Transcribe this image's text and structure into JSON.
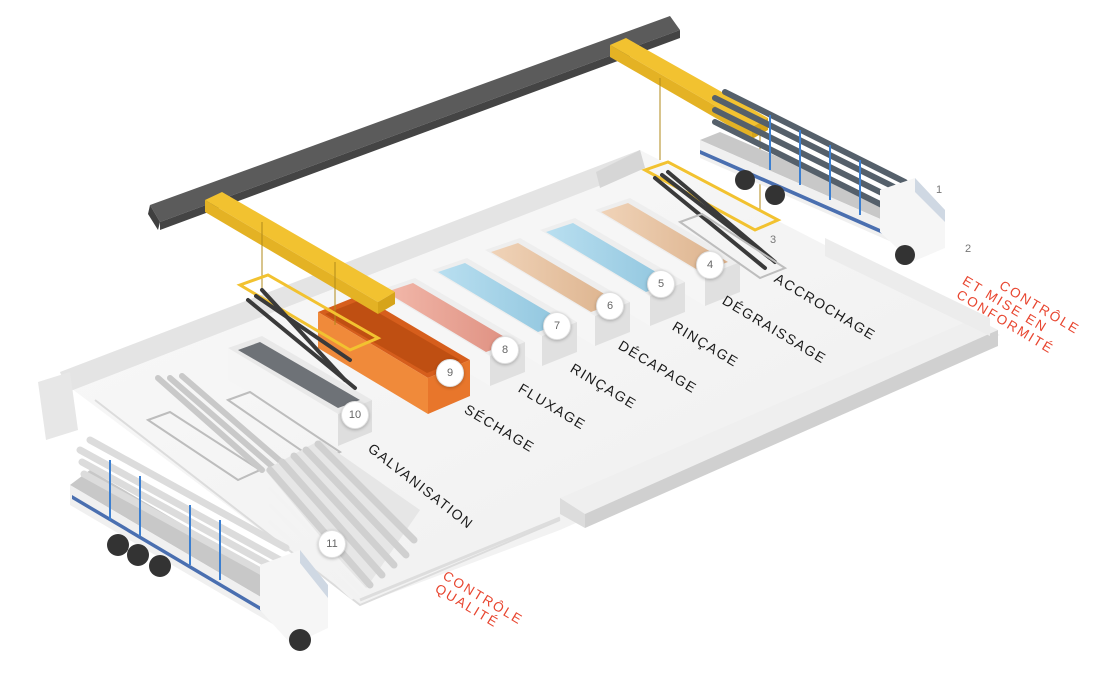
{
  "stations": {
    "s1": {
      "number": "1"
    },
    "s2": {
      "number": "2"
    },
    "s3": {
      "number": "3"
    },
    "s4": {
      "number": "4",
      "label": "DÉGRAISSAGE"
    },
    "s3l": {
      "label": "ACCROCHAGE"
    },
    "s5": {
      "number": "5",
      "label": "RINÇAGE"
    },
    "s6": {
      "number": "6",
      "label": "DÉCAPAGE"
    },
    "s7": {
      "number": "7",
      "label": "RINÇAGE"
    },
    "s8": {
      "number": "8",
      "label": "FLUXAGE"
    },
    "s9": {
      "number": "9",
      "label": "SÉCHAGE"
    },
    "s10": {
      "number": "10",
      "label": "GALVANISATION"
    },
    "s11": {
      "number": "11"
    }
  },
  "notes": {
    "controle_conformite": {
      "line1": "CONTRÔLE",
      "line2": "ET MISE EN",
      "line3": "CONFORMITÉ"
    },
    "controle_qualite": {
      "line1": "CONTRÔLE",
      "line2": "QUALITÉ"
    }
  },
  "colors": {
    "crane_yellow": "#f2c230",
    "rail_grey": "#5a5a5a",
    "floor": "#f4f4f4",
    "wall": "#e2e2e2",
    "tank_pink": "#e9a89a",
    "tank_blue": "#a9d3e6",
    "tank_tan": "#e6c3a4",
    "tank_orange": "#e8762b",
    "truck_white": "#f5f5f5",
    "truck_stripe": "#4a6fb0",
    "accent_red": "#e8452f"
  }
}
